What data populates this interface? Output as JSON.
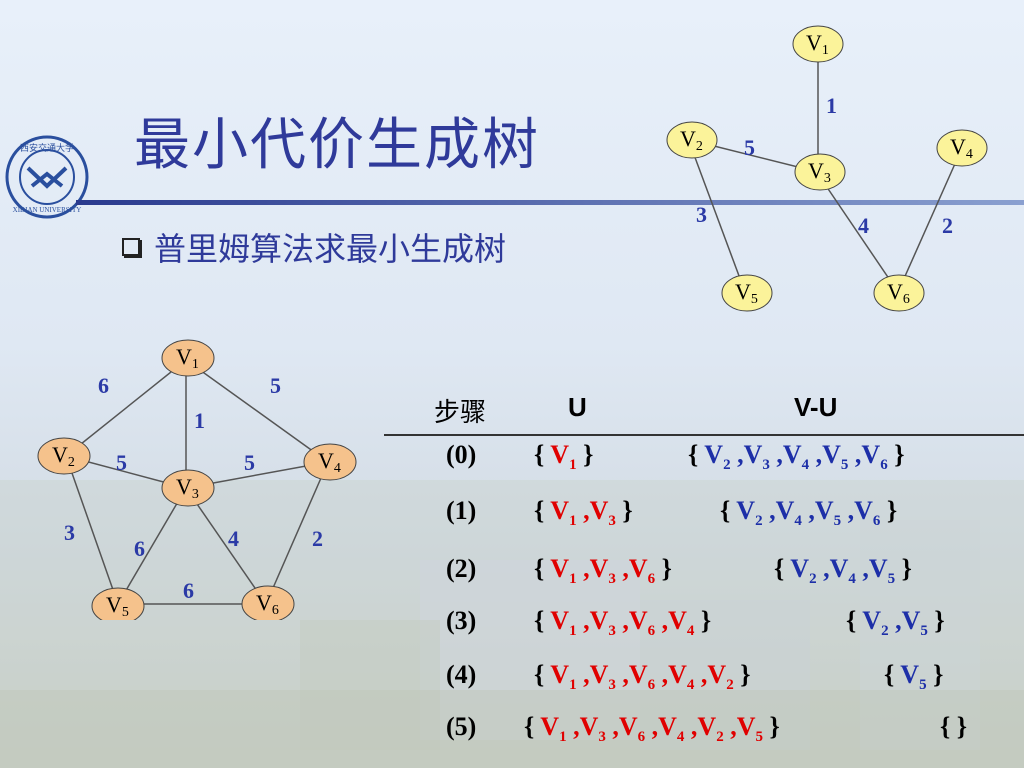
{
  "title": "最小代价生成树",
  "subtitle": "普里姆算法求最小生成树",
  "logo": {
    "text_top": "西安交通大学",
    "text_bottom": "XIDIAN UNIVERSITY"
  },
  "graph_full": {
    "nodes": [
      {
        "id": "V1",
        "label": "V",
        "sub": "1"
      },
      {
        "id": "V2",
        "label": "V",
        "sub": "2"
      },
      {
        "id": "V3",
        "label": "V",
        "sub": "3"
      },
      {
        "id": "V4",
        "label": "V",
        "sub": "4"
      },
      {
        "id": "V5",
        "label": "V",
        "sub": "5"
      },
      {
        "id": "V6",
        "label": "V",
        "sub": "6"
      }
    ],
    "edges": [
      {
        "from": "V1",
        "to": "V2",
        "w": "6"
      },
      {
        "from": "V1",
        "to": "V4",
        "w": "5"
      },
      {
        "from": "V1",
        "to": "V3",
        "w": "1"
      },
      {
        "from": "V2",
        "to": "V3",
        "w": "5"
      },
      {
        "from": "V3",
        "to": "V4",
        "w": "5"
      },
      {
        "from": "V2",
        "to": "V5",
        "w": "3"
      },
      {
        "from": "V3",
        "to": "V5",
        "w": "6"
      },
      {
        "from": "V3",
        "to": "V6",
        "w": "4"
      },
      {
        "from": "V4",
        "to": "V6",
        "w": "2"
      },
      {
        "from": "V5",
        "to": "V6",
        "w": "6"
      }
    ]
  },
  "graph_mst": {
    "edges": [
      {
        "from": "V1",
        "to": "V3",
        "w": "1"
      },
      {
        "from": "V2",
        "to": "V3",
        "w": "5"
      },
      {
        "from": "V2",
        "to": "V5",
        "w": "3"
      },
      {
        "from": "V3",
        "to": "V6",
        "w": "4"
      },
      {
        "from": "V4",
        "to": "V6",
        "w": "2"
      }
    ]
  },
  "table": {
    "headers": {
      "step": "步骤",
      "u": "U",
      "vu": "V-U"
    },
    "rows": [
      {
        "step": "(0)",
        "u": [
          "V1"
        ],
        "vu": [
          "V2",
          "V3",
          "V4",
          "V5",
          "V6"
        ]
      },
      {
        "step": "(1)",
        "u": [
          "V1",
          "V3"
        ],
        "vu": [
          "V2",
          "V4",
          "V5",
          "V6"
        ]
      },
      {
        "step": "(2)",
        "u": [
          "V1",
          "V3",
          "V6"
        ],
        "vu": [
          "V2",
          "V4",
          "V5"
        ]
      },
      {
        "step": "(3)",
        "u": [
          "V1",
          "V3",
          "V6",
          "V4"
        ],
        "vu": [
          "V2",
          "V5"
        ]
      },
      {
        "step": "(4)",
        "u": [
          "V1",
          "V3",
          "V6",
          "V4",
          "V2"
        ],
        "vu": [
          "V5"
        ]
      },
      {
        "step": "(5)",
        "u": [
          "V1",
          "V3",
          "V6",
          "V4",
          "V2",
          "V5"
        ],
        "vu": []
      }
    ]
  },
  "colors": {
    "title": "#2f3a9a",
    "u_text": "#e00000",
    "vu_text": "#1d2fa8",
    "node_fill_full": "#f5c28c",
    "node_fill_mst": "#fbf39a",
    "weight": "#2b3aa6"
  }
}
